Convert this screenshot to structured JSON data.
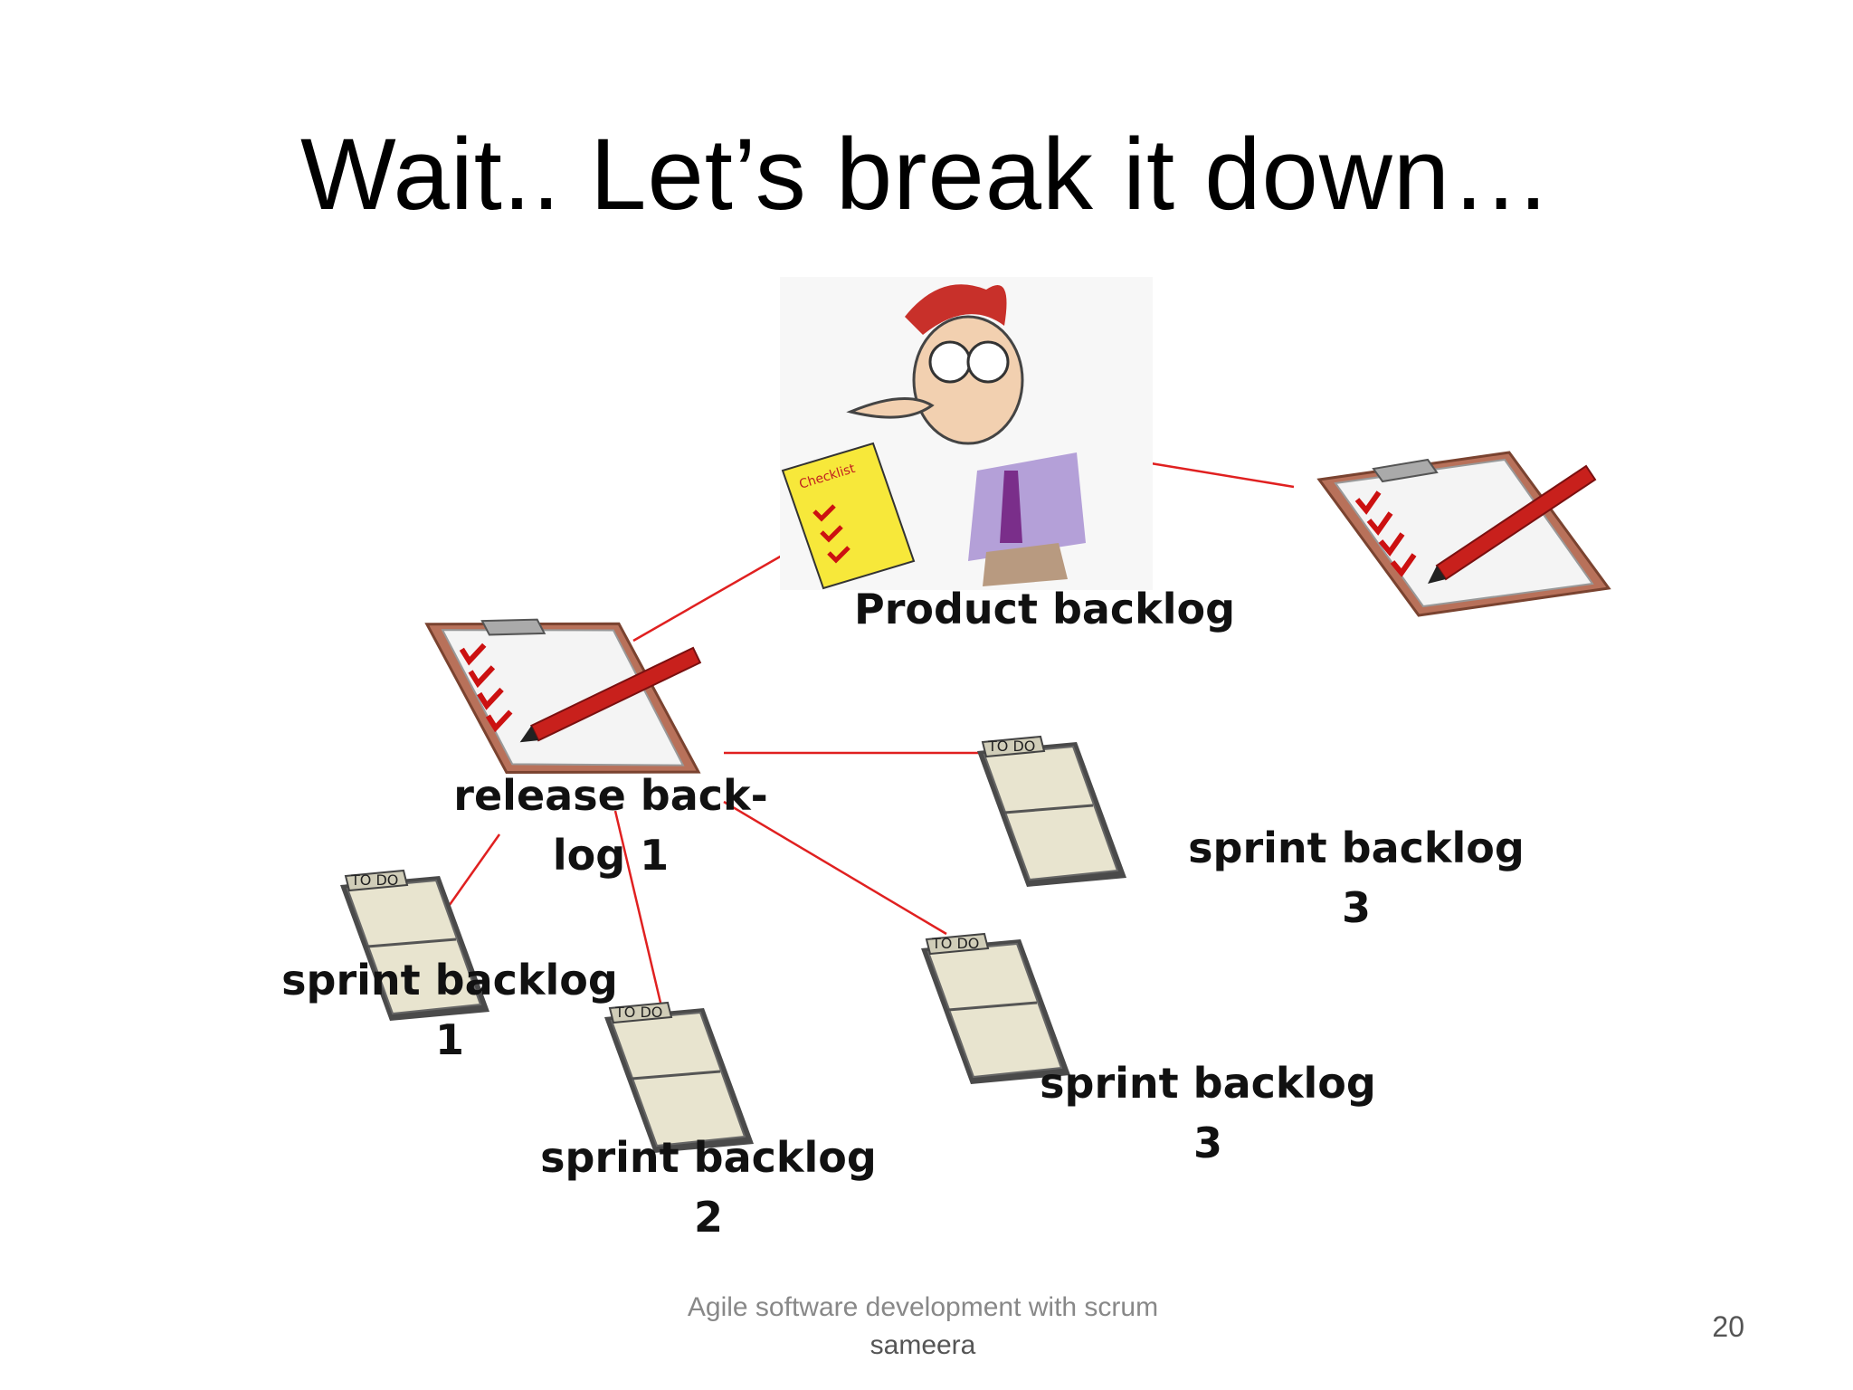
{
  "slide": {
    "title": "Wait.. Let’s break it down…",
    "footer_line1": "Agile software development with scrum",
    "footer_line2": "sameera",
    "page_number": "20"
  },
  "diagram": {
    "nodes": {
      "product_backlog": "Product backlog",
      "release_backlog_line1": "release back-",
      "release_backlog_line2": "log 1",
      "sprint1_line1": "sprint backlog",
      "sprint1_line2": "1",
      "sprint2_line1": "sprint backlog",
      "sprint2_line2": "2",
      "sprint3a_line1": "sprint backlog",
      "sprint3a_line2": "3",
      "sprint3b_line1": "sprint backlog",
      "sprint3b_line2": "3"
    },
    "checklist_text": "Checklist",
    "todo_text": "TO DO",
    "connector_color": "#e02020"
  }
}
